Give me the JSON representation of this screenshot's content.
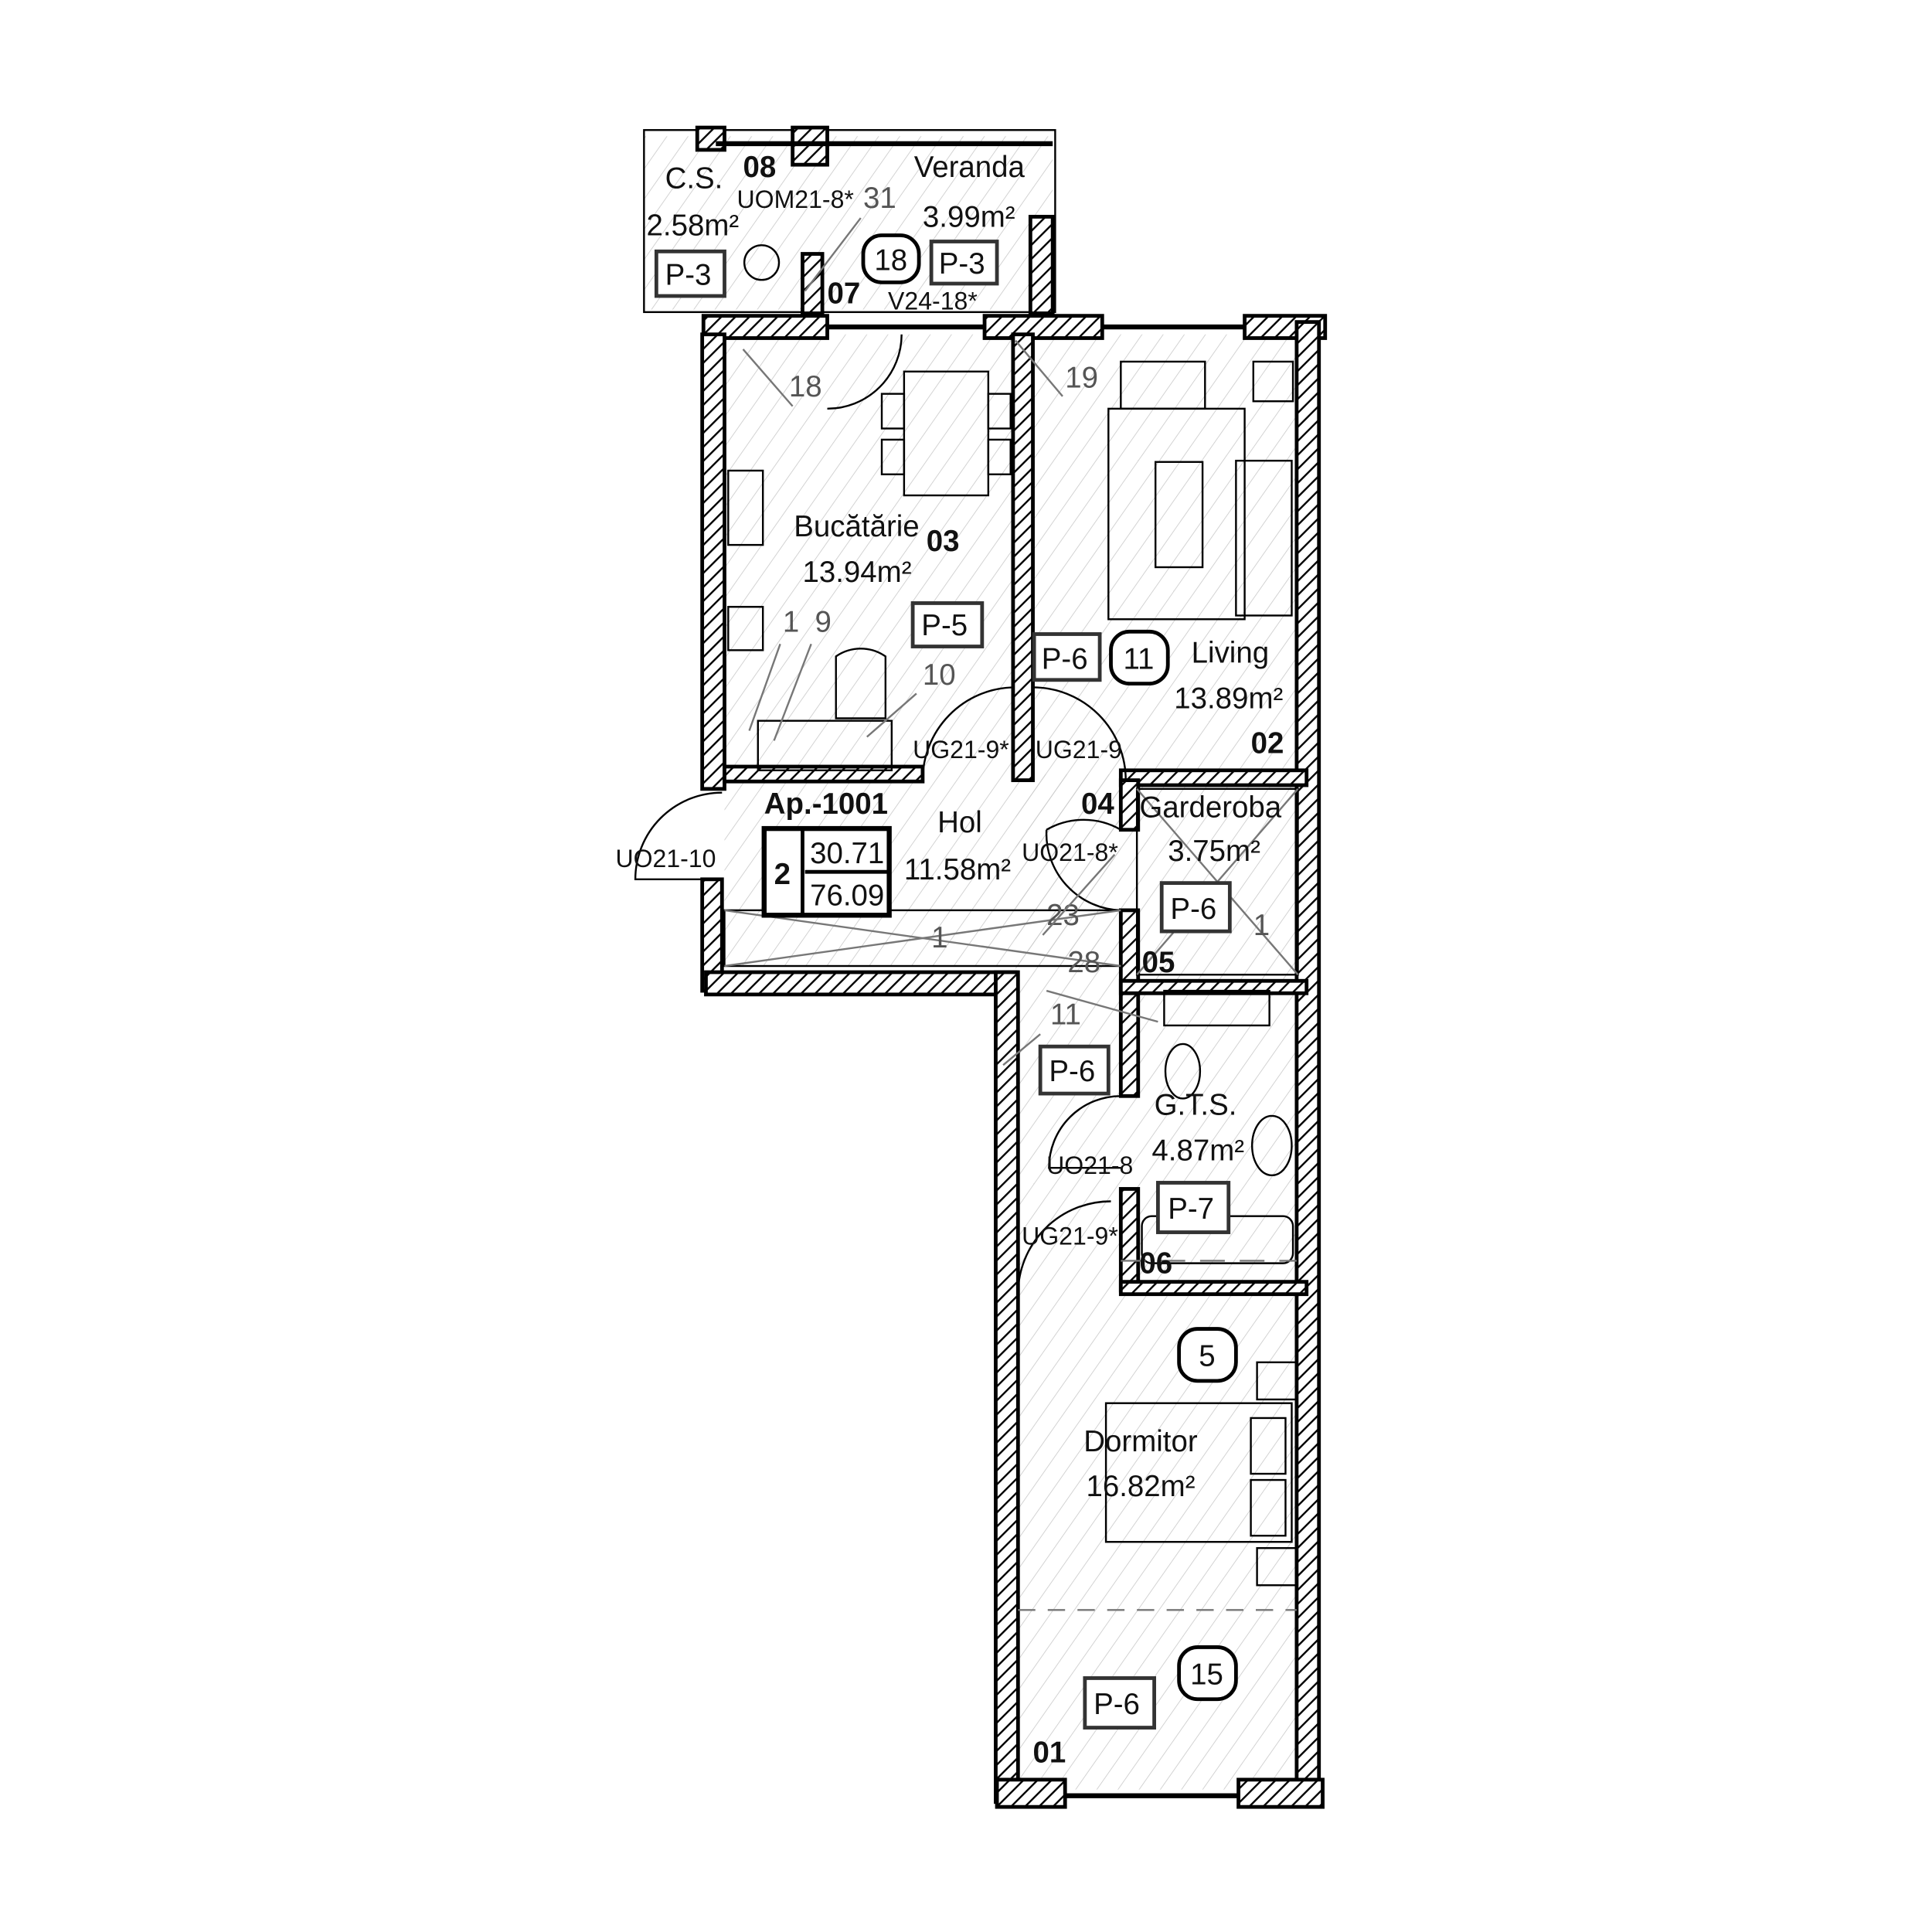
{
  "apartment": {
    "label": "Ap.-1001",
    "rooms_count": "2",
    "living_area": "30.71",
    "total_area": "76.09"
  },
  "rooms": [
    {
      "id": "01",
      "name": "Dormitor",
      "area": "16.82m²"
    },
    {
      "id": "02",
      "name": "Living",
      "area": "13.89m²"
    },
    {
      "id": "03",
      "name": "Bucătărie",
      "area": "13.94m²"
    },
    {
      "id": "04",
      "name": "Hol",
      "area": "11.58m²"
    },
    {
      "id": "05",
      "name": "Garderoba",
      "area": "3.75m²"
    },
    {
      "id": "06",
      "name": "G.T.S.",
      "area": "4.87m²"
    },
    {
      "id": "07",
      "name": "Veranda",
      "area": "3.99m²"
    },
    {
      "id": "08",
      "name": "C.S.",
      "area": "2.58m²"
    }
  ],
  "floor_tags": [
    "P-3",
    "P-3",
    "P-5",
    "P-6",
    "P-6",
    "P-6",
    "P-7",
    "P-6"
  ],
  "circle_tags": [
    "18",
    "11",
    "5",
    "15"
  ],
  "doors": [
    "UOM21-8*",
    "V24-18*",
    "UG21-9*",
    "UG21-9",
    "UO21-10",
    "UO21-8*",
    "UO21-8",
    "UG21-9*"
  ],
  "leaders": [
    "31",
    "18",
    "19",
    "1",
    "9",
    "10",
    "23",
    "1",
    "1",
    "28",
    "11"
  ],
  "colors": {
    "wall": "#000000",
    "hatch": "#bbbbbb",
    "background": "#ffffff"
  }
}
